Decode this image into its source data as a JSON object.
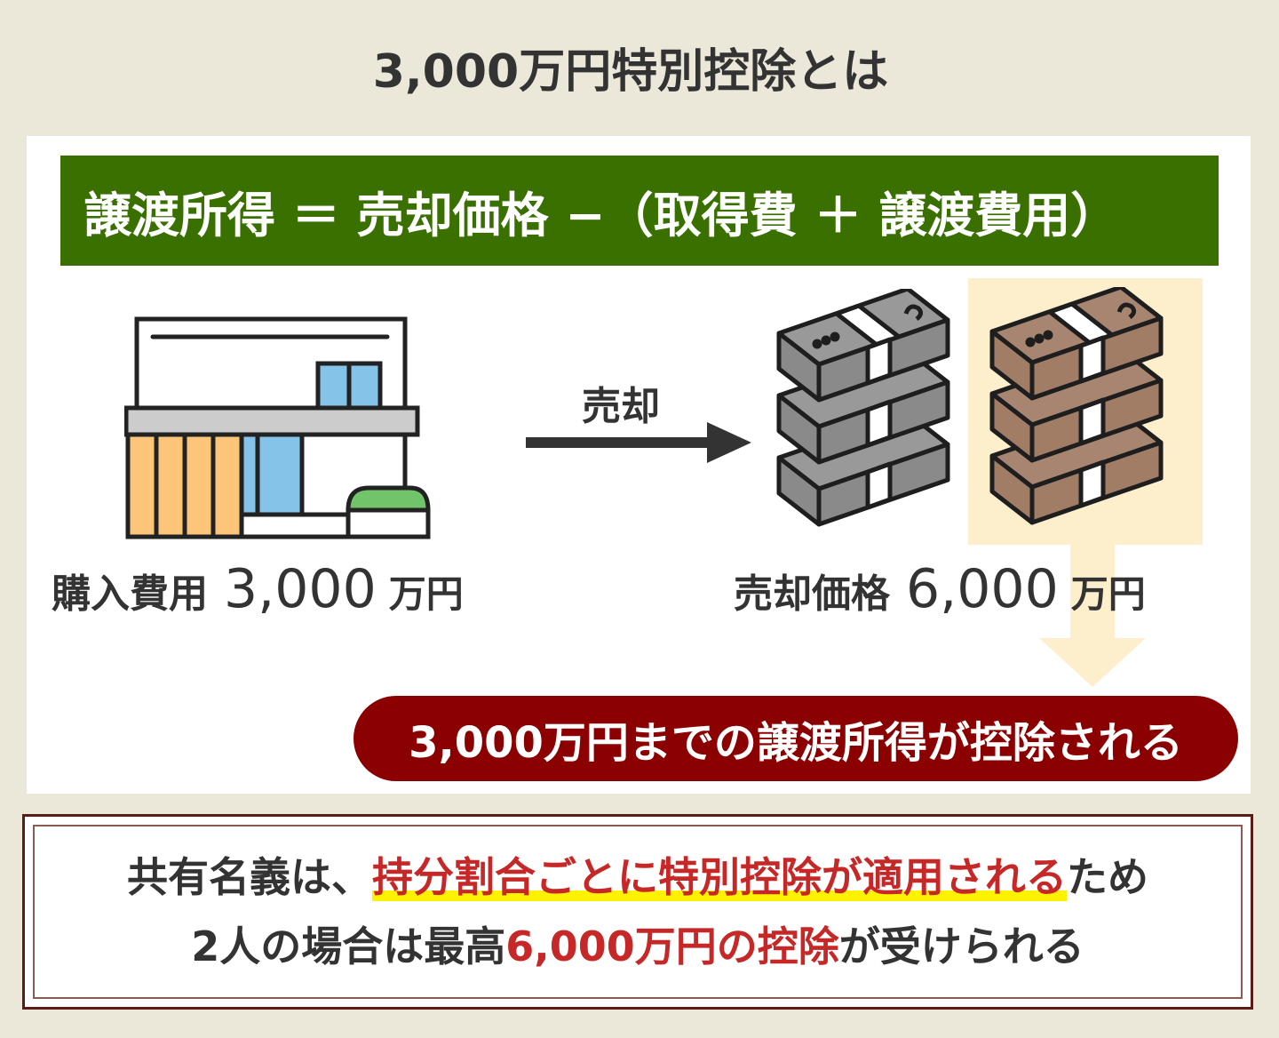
{
  "title": "3,000万円特別控除とは",
  "formula": {
    "text": "譲渡所得 ＝ 売却価格 −（取得費 ＋ 譲渡費用）",
    "bg_color": "#3a7000"
  },
  "flow": {
    "arrow_label": "売却",
    "purchase": {
      "label": "購入費用",
      "amount": "3,000",
      "unit": "万円",
      "icon": "house-icon"
    },
    "sale": {
      "label": "売却価格",
      "amount": "6,000",
      "unit": "万円",
      "icons": [
        "gray-money-stack-icon",
        "brown-money-stack-icon"
      ]
    }
  },
  "result_pill": {
    "text": "3,000万円までの譲渡所得が控除される",
    "bg_color": "#8b0000"
  },
  "note": {
    "line1": {
      "prefix": "共有名義は、",
      "highlight": "持分割合ごとに特別控除が適用される",
      "suffix": "ため"
    },
    "line2": {
      "prefix": "2人の場合は最高",
      "highlight": "6,000万円の控除",
      "suffix": "が受けられる"
    },
    "accent_color": "#c62828",
    "marker_color": "#fff200"
  }
}
